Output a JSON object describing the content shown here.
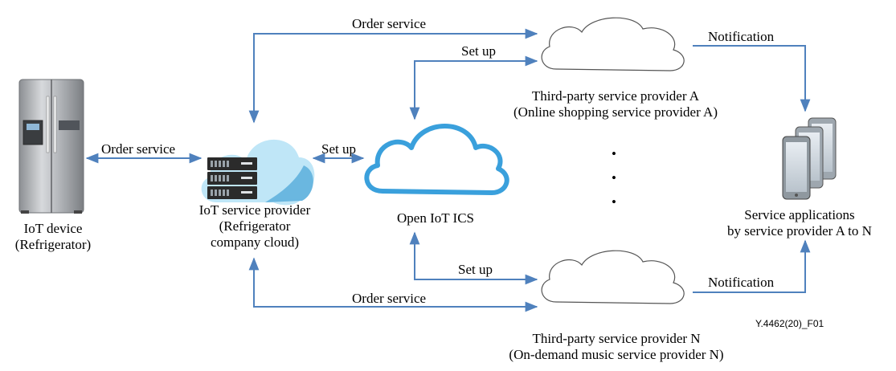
{
  "nodes": {
    "iot_device": [
      "IoT device",
      "(Refrigerator)"
    ],
    "iot_service_provider": [
      "IoT service provider",
      "(Refrigerator",
      "company cloud)"
    ],
    "open_iot_ics": "Open IoT ICS",
    "provider_a": [
      "Third-party service provider A",
      "(Online shopping service provider A)"
    ],
    "provider_n": [
      "Third-party service provider N",
      "(On-demand music service provider N)"
    ],
    "service_apps": [
      "Service applications",
      "by service provider A to N"
    ]
  },
  "edges": {
    "order_service_device": "Order service",
    "set_up_center": "Set up",
    "order_service_top": "Order service",
    "set_up_top": "Set up",
    "notification_top": "Notification",
    "order_service_bottom": "Order service",
    "set_up_bottom": "Set up",
    "notification_bottom": "Notification"
  },
  "ellipsis": "•",
  "figure_id": "Y.4462(20)_F01",
  "colors": {
    "arrow": "#4f81bd",
    "ics_cloud_stroke": "#3aa0dc",
    "provider_cloud_light": "#bfe6f7",
    "provider_cloud_dark": "#6ab7e0",
    "server": "#2b2b2b"
  },
  "icons": [
    "refrigerator-icon",
    "server-icon",
    "cloud-icon",
    "smartphone-icon"
  ]
}
